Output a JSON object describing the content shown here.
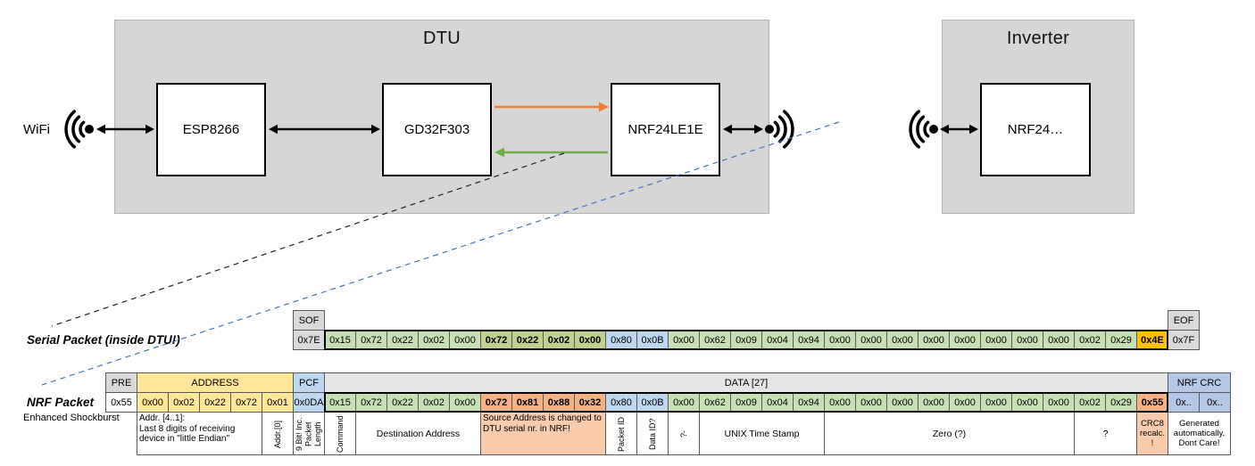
{
  "diagram": {
    "wifi_label": "WiFi",
    "dtu": {
      "title": "DTU",
      "chips": [
        {
          "label": "ESP8266"
        },
        {
          "label": "GD32F303"
        },
        {
          "label": "NRF24LE1E"
        }
      ]
    },
    "inverter": {
      "title": "Inverter",
      "chip": "NRF24…"
    }
  },
  "serial_packet": {
    "label": "Serial Packet (inside DTU!)",
    "frame_headers": [
      {
        "label": "SOF",
        "at": 0,
        "t": "h-gray"
      },
      {
        "label": "EOF",
        "at": 28,
        "t": "h-gray"
      }
    ],
    "bytes": [
      {
        "v": "0x7E",
        "t": "frame"
      },
      {
        "v": "0x15",
        "t": "data"
      },
      {
        "v": "0x72",
        "t": "data"
      },
      {
        "v": "0x22",
        "t": "data"
      },
      {
        "v": "0x02",
        "t": "data"
      },
      {
        "v": "0x00",
        "t": "data"
      },
      {
        "v": "0x72",
        "t": "hl2"
      },
      {
        "v": "0x22",
        "t": "hl2"
      },
      {
        "v": "0x02",
        "t": "hl2"
      },
      {
        "v": "0x00",
        "t": "hl2"
      },
      {
        "v": "0x80",
        "t": "id"
      },
      {
        "v": "0x0B",
        "t": "id"
      },
      {
        "v": "0x00",
        "t": "data"
      },
      {
        "v": "0x62",
        "t": "data"
      },
      {
        "v": "0x09",
        "t": "data"
      },
      {
        "v": "0x04",
        "t": "data"
      },
      {
        "v": "0x94",
        "t": "data"
      },
      {
        "v": "0x00",
        "t": "data"
      },
      {
        "v": "0x00",
        "t": "data"
      },
      {
        "v": "0x00",
        "t": "data"
      },
      {
        "v": "0x00",
        "t": "data"
      },
      {
        "v": "0x00",
        "t": "data"
      },
      {
        "v": "0x00",
        "t": "data"
      },
      {
        "v": "0x00",
        "t": "data"
      },
      {
        "v": "0x00",
        "t": "data"
      },
      {
        "v": "0x02",
        "t": "data"
      },
      {
        "v": "0x29",
        "t": "data"
      },
      {
        "v": "0x4E",
        "t": "crcg"
      },
      {
        "v": "0x7F",
        "t": "frame"
      }
    ]
  },
  "nrf_packet": {
    "label": "NRF Packet",
    "sublabel": "Enhanced Shockburst",
    "headers": [
      {
        "label": "PRE",
        "span": 1,
        "t": "h-gray"
      },
      {
        "label": "ADDRESS",
        "span": 5,
        "t": "h-yellow"
      },
      {
        "label": "PCF",
        "span": 1,
        "t": "h-blue"
      },
      {
        "label": "DATA [27]",
        "span": 27,
        "t": "h-data"
      },
      {
        "label": "NRF CRC",
        "span": 2,
        "t": "h-nrfcrc"
      }
    ],
    "bytes": [
      {
        "v": "0x55",
        "t": "pre"
      },
      {
        "v": "0x00",
        "t": "addr"
      },
      {
        "v": "0x02",
        "t": "addr"
      },
      {
        "v": "0x22",
        "t": "addr"
      },
      {
        "v": "0x72",
        "t": "addr"
      },
      {
        "v": "0x01",
        "t": "addr"
      },
      {
        "v": "0x0DA",
        "t": "pcf"
      },
      {
        "v": "0x15",
        "t": "data"
      },
      {
        "v": "0x72",
        "t": "data"
      },
      {
        "v": "0x22",
        "t": "data"
      },
      {
        "v": "0x02",
        "t": "data"
      },
      {
        "v": "0x00",
        "t": "data"
      },
      {
        "v": "0x72",
        "t": "hl"
      },
      {
        "v": "0x81",
        "t": "hl"
      },
      {
        "v": "0x88",
        "t": "hl"
      },
      {
        "v": "0x32",
        "t": "hl"
      },
      {
        "v": "0x80",
        "t": "id"
      },
      {
        "v": "0x0B",
        "t": "id"
      },
      {
        "v": "0x00",
        "t": "data"
      },
      {
        "v": "0x62",
        "t": "data"
      },
      {
        "v": "0x09",
        "t": "data"
      },
      {
        "v": "0x04",
        "t": "data"
      },
      {
        "v": "0x94",
        "t": "data"
      },
      {
        "v": "0x00",
        "t": "data"
      },
      {
        "v": "0x00",
        "t": "data"
      },
      {
        "v": "0x00",
        "t": "data"
      },
      {
        "v": "0x00",
        "t": "data"
      },
      {
        "v": "0x00",
        "t": "data"
      },
      {
        "v": "0x00",
        "t": "data"
      },
      {
        "v": "0x00",
        "t": "data"
      },
      {
        "v": "0x00",
        "t": "data"
      },
      {
        "v": "0x02",
        "t": "data"
      },
      {
        "v": "0x29",
        "t": "data"
      },
      {
        "v": "0x55",
        "t": "hl"
      },
      {
        "v": "0x..",
        "t": "nrfcrc"
      },
      {
        "v": "0x..",
        "t": "nrfcrc"
      }
    ],
    "annotations": [
      {
        "label": "",
        "span": 1,
        "t": "none"
      },
      {
        "label": "Addr. [4..1]:\nLast 8 digits of receiving device in \"little Endian\"",
        "span": 4,
        "t": "note-l"
      },
      {
        "label": "Addr.[0]",
        "span": 1,
        "t": "vert"
      },
      {
        "label": "9 Bit! Inc. Packet Length",
        "span": 1,
        "t": "vert"
      },
      {
        "label": "Command",
        "span": 1,
        "t": "vert"
      },
      {
        "label": "Destination Address",
        "span": 4,
        "t": "note"
      },
      {
        "label": "Source Address is changed to DTU serial nr. in NRF!",
        "span": 4,
        "t": "note-lo"
      },
      {
        "label": "Packet ID",
        "span": 1,
        "t": "vert"
      },
      {
        "label": "Data ID?",
        "span": 1,
        "t": "vert"
      },
      {
        "label": "?-",
        "span": 1,
        "t": "vert"
      },
      {
        "label": "UNIX Time Stamp",
        "span": 4,
        "t": "note"
      },
      {
        "label": "Zero (?)",
        "span": 8,
        "t": "note"
      },
      {
        "label": "?",
        "span": 2,
        "t": "note"
      },
      {
        "label": "CRC8 recalc. !",
        "span": 1,
        "t": "note-so"
      },
      {
        "label": "Generated automatically. Dont Care!",
        "span": 2,
        "t": "note-s"
      }
    ]
  },
  "colors": {
    "panel_gray": "#d6d6d6",
    "cell_border": "#595959",
    "green": "#C6E0B4",
    "green_bold": "#BFD08F",
    "blue": "#BDD7EE",
    "blue_crc": "#B4C7E7",
    "yellow": "#FFE699",
    "gold": "#FFC000",
    "orange": "#F4B183",
    "peach": "#F8CBAD",
    "gray": "#D9D9D9",
    "gray_light": "#E7E6E6",
    "arrow_orange": "#ED7D31",
    "arrow_green": "#70AD47",
    "link_blue": "#4472C4"
  }
}
